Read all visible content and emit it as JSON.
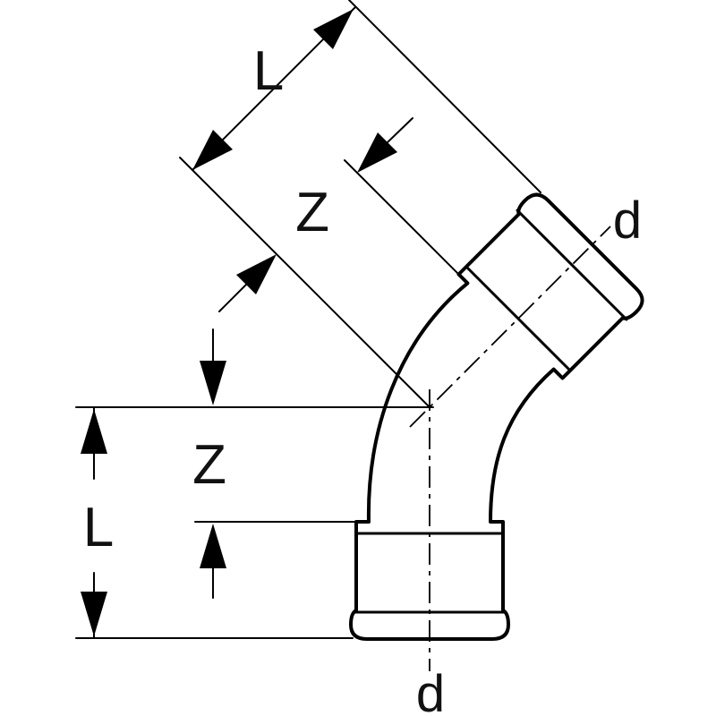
{
  "figure": {
    "dimensions": {
      "L_diagonal": "L",
      "Z_diagonal": "Z",
      "Z_vertical": "Z",
      "L_vertical": "L"
    },
    "diameters": {
      "top": "d",
      "bottom": "d"
    },
    "colors": {
      "line": "#000000",
      "background": "#ffffff"
    }
  }
}
